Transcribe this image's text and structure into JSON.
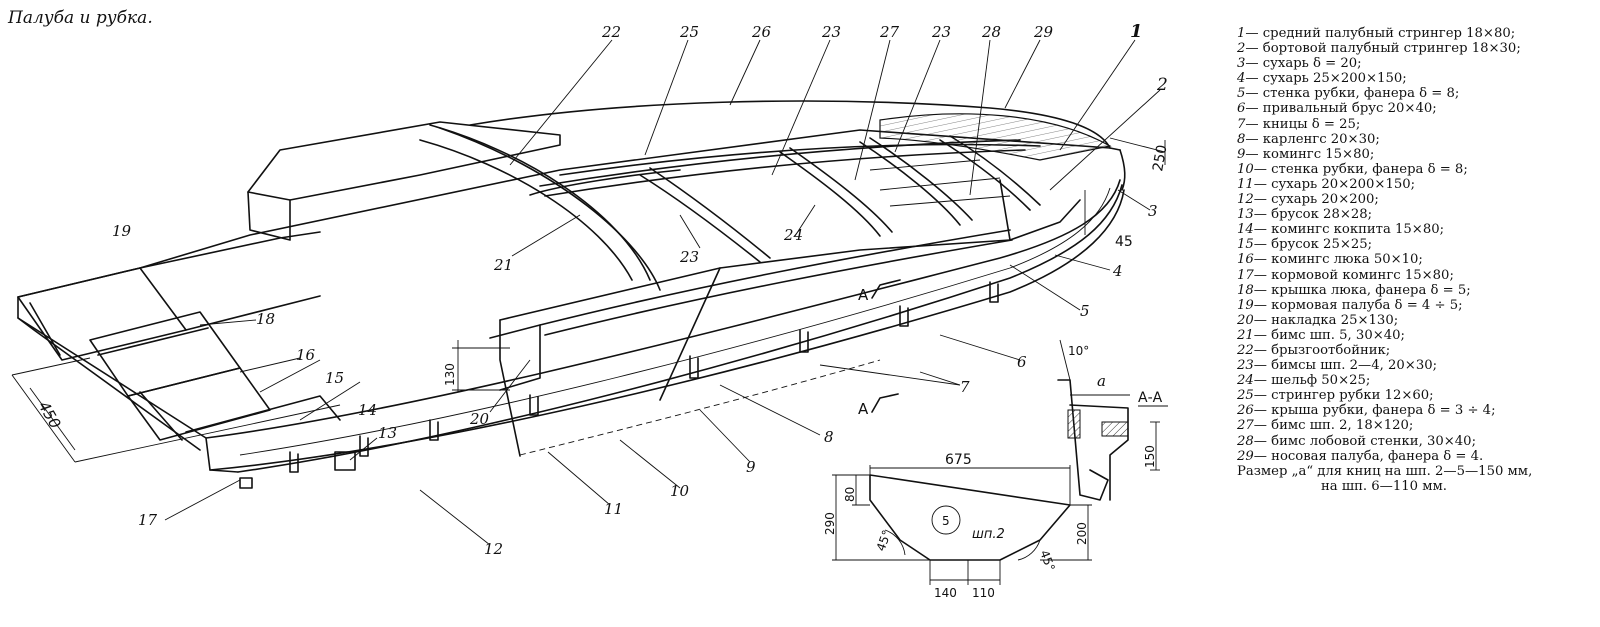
{
  "title": "Палуба и рубка.",
  "legend": [
    {
      "num": "1",
      "text": "— средний палубный стрингер 18×80;"
    },
    {
      "num": "2",
      "text": "— бортовой палубный стрингер 18×30;"
    },
    {
      "num": "3",
      "text": "— сухарь δ = 20;"
    },
    {
      "num": "4",
      "text": "— сухарь 25×200×150;"
    },
    {
      "num": "5",
      "text": "— стенка рубки, фанера δ = 8;"
    },
    {
      "num": "6",
      "text": "— привальный брус 20×40;"
    },
    {
      "num": "7",
      "text": "— кницы δ = 25;"
    },
    {
      "num": "8",
      "text": "— карленгс 20×30;"
    },
    {
      "num": "9",
      "text": "— комингс 15×80;"
    },
    {
      "num": "10",
      "text": "— стенка рубки, фанера δ = 8;"
    },
    {
      "num": "11",
      "text": "— сухарь 20×200×150;"
    },
    {
      "num": "12",
      "text": "— сухарь 20×200;"
    },
    {
      "num": "13",
      "text": "— брусок 28×28;"
    },
    {
      "num": "14",
      "text": "— комингс кокпита 15×80;"
    },
    {
      "num": "15",
      "text": "— брусок 25×25;"
    },
    {
      "num": "16",
      "text": "— комингс люка 50×10;"
    },
    {
      "num": "17",
      "text": "— кормовой комингс 15×80;"
    },
    {
      "num": "18",
      "text": "— крышка люка, фанера δ = 5;"
    },
    {
      "num": "19",
      "text": "— кормовая палуба δ = 4 ÷ 5;"
    },
    {
      "num": "20",
      "text": "— накладка 25×130;"
    },
    {
      "num": "21",
      "text": "— бимс шп. 5, 30×40;"
    },
    {
      "num": "22",
      "text": "— брызгоотбойник;"
    },
    {
      "num": "23",
      "text": "— бимсы шп. 2—4, 20×30;"
    },
    {
      "num": "24",
      "text": "— шельф 50×25;"
    },
    {
      "num": "25",
      "text": "— стрингер рубки 12×60;"
    },
    {
      "num": "26",
      "text": "— крыша рубки, фанера δ = 3 ÷ 4;"
    },
    {
      "num": "27",
      "text": "— бимс шп. 2, 18×120;"
    },
    {
      "num": "28",
      "text": "— бимс лобовой стенки, 30×40;"
    },
    {
      "num": "29",
      "text": "— носовая палуба, фанера δ = 4."
    }
  ],
  "note_line1": "Размер „а“ для книц на шп. 2—5—150 мм,",
  "note_line2": "на шп. 6—110 мм.",
  "callouts": {
    "c1": "1",
    "c2": "2",
    "c3": "3",
    "c4": "4",
    "c5": "5",
    "c6": "6",
    "c7": "7",
    "c8": "8",
    "c9": "9",
    "c10": "10",
    "c11": "11",
    "c12": "12",
    "c13": "13",
    "c14": "14",
    "c15": "15",
    "c16": "16",
    "c17": "17",
    "c18": "18",
    "c19": "19",
    "c20": "20",
    "c21": "21",
    "c22": "22",
    "c23a": "23",
    "c23b": "23",
    "c23c": "23",
    "c24": "24",
    "c25": "25",
    "c26": "26",
    "c27": "27",
    "c28": "28",
    "c29": "29"
  },
  "dimensions": {
    "d450": "450",
    "d130": "130",
    "d250": "250",
    "d45": "45",
    "d675": "675",
    "d80": "80",
    "d290": "290",
    "d200": "200",
    "d140": "140",
    "d110": "110",
    "d150": "150",
    "ang45a": "45°",
    "ang45b": "45°",
    "ang10": "10°",
    "frame_no": "5",
    "frame_label": "шп.2",
    "a_mark": "a",
    "section_AA": "А-А",
    "arrow_A1": "А",
    "arrow_A2": "А"
  }
}
